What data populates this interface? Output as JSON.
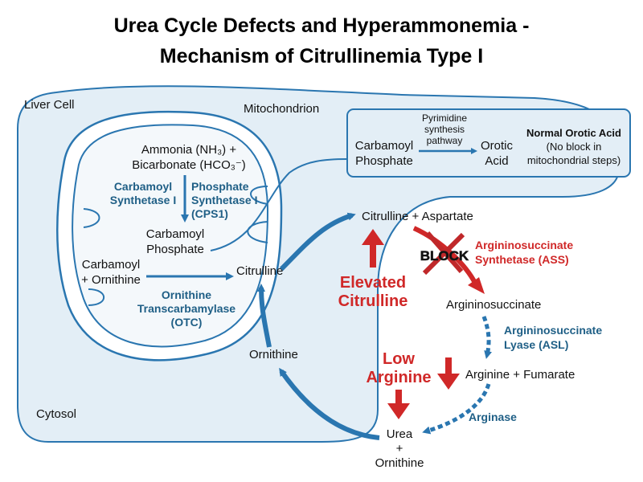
{
  "title": {
    "line1": "Urea Cycle Defects and Hyperammonemia -",
    "line2": "Mechanism of Citrullinemia Type I"
  },
  "regions": {
    "liver_cell": "Liver Cell",
    "mitochondrion": "Mitochondrion",
    "cytosol": "Cytosol"
  },
  "mito": {
    "ammonia": "Ammonia (NH₃) +",
    "bicarbonate": "Bicarbonate (HCO₃⁻)",
    "cps1_a1": "Carbamoyl",
    "cps1_a2": "Synthetase I",
    "cps1_b1": "Phosphate",
    "cps1_b2": "Synthetase I",
    "cps1_b3": "(CPS1)",
    "cp1": "Carbamoyl",
    "cp2": "Phosphate",
    "co1": "Carbamoyl",
    "co2": "+ Ornithine",
    "citrulline": "Citrulline",
    "otc1": "Ornithine",
    "otc2": "Transcarbamylase",
    "otc3": "(OTC)"
  },
  "callout": {
    "cp1": "Carbamoyl",
    "cp2": "Phosphate",
    "pyr1": "Pyrimidine",
    "pyr2": "synthesis",
    "pyr3": "pathway",
    "oa1": "Orotic",
    "oa2": "Acid",
    "norm1": "Normal Orotic Acid",
    "norm2": "(No block in",
    "norm3": "mitochondrial steps)"
  },
  "cytosol": {
    "cit_asp": "Citrulline + Aspartate",
    "block": "BLOCK",
    "ass1": "Argininosuccinate",
    "ass2": "Synthetase (ASS)",
    "elev1": "Elevated",
    "elev2": "Citrulline",
    "argsucc": "Argininosuccinate",
    "asl1": "Argininosuccinate",
    "asl2": "Lyase (ASL)",
    "ornithine": "Ornithine",
    "low1": "Low",
    "low2": "Arginine",
    "arg_fum": "Arginine + Fumarate",
    "arginase": "Arginase",
    "urea1": "Urea",
    "urea2": "+",
    "urea3": "Ornithine"
  },
  "colors": {
    "pathway_blue": "#2a76b0",
    "label_blue": "#1f5f86",
    "alert_red": "#d02828",
    "cell_fill": "#e3eef6"
  }
}
